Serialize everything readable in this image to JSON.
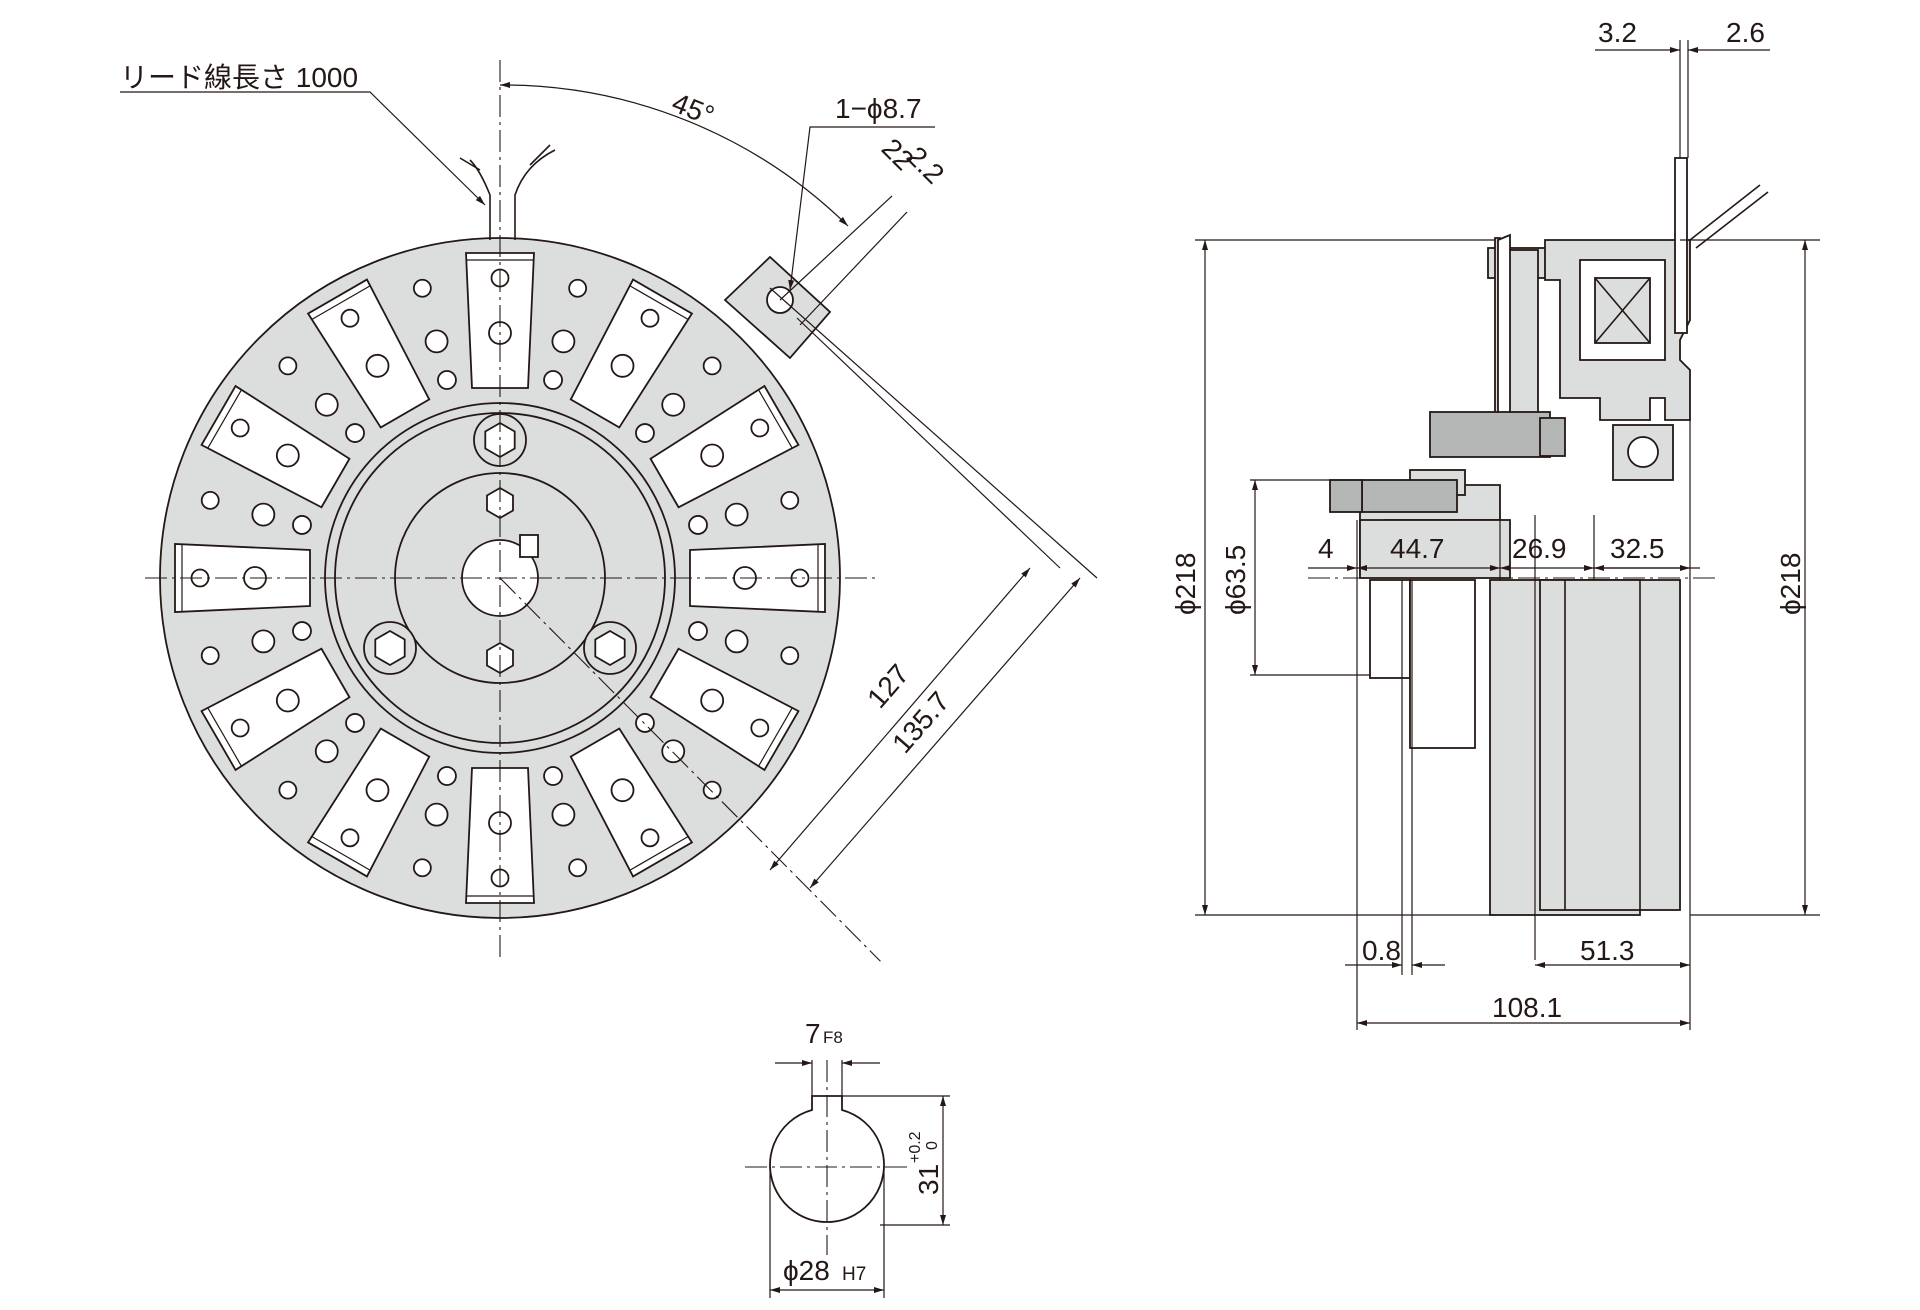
{
  "labels": {
    "lead_wire": "リード線長さ 1000",
    "angle": "45°",
    "hole": "1−ϕ8.7",
    "d22a": "22",
    "d22b": "2.2",
    "d127": "127",
    "d135": "135.7",
    "top_32": "3.2",
    "top_26": "2.6",
    "phi218_l": "ϕ218",
    "phi635": "ϕ63.5",
    "d4": "4",
    "d447": "44.7",
    "d269": "26.9",
    "d325": "32.5",
    "phi218_r": "ϕ218",
    "d08": "0.8",
    "d513": "51.3",
    "d1081": "108.1",
    "key_w": "7",
    "key_w_tol": "F8",
    "key_h": "31",
    "key_h_tol_up": "+0.2",
    "key_h_tol_dn": "0",
    "bore": "ϕ28",
    "bore_tol": "H7"
  },
  "colors": {
    "line": "#231815",
    "fill": "#dcdddd",
    "dark": "#b5b6b6"
  }
}
